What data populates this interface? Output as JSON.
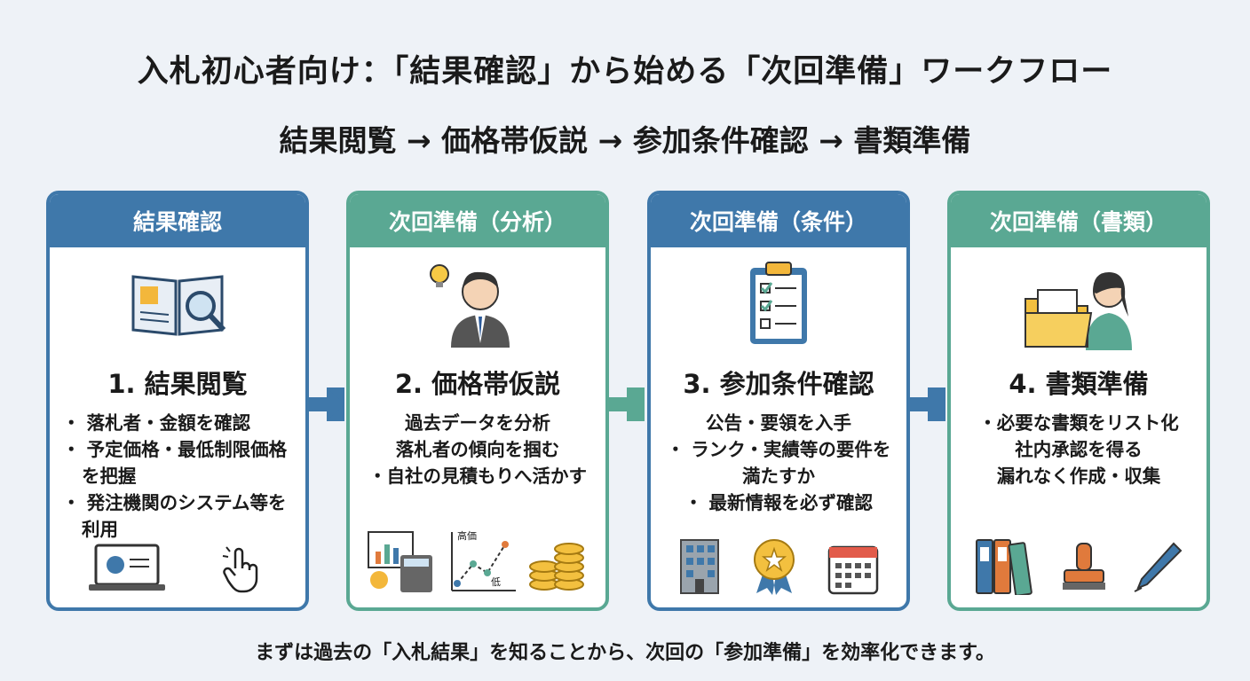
{
  "title": "入札初心者向け：「結果確認」から始める「次回準備」ワークフロー",
  "subtitle": "結果閲覧 → 価格帯仮説 → 参加条件確認 → 書類準備",
  "colors": {
    "blue": "#3f78aa",
    "teal": "#5aa893",
    "background": "#eef2f7"
  },
  "cards": [
    {
      "header": "結果確認",
      "step": "1. 結果閲覧",
      "lines": [
        "・ 落札者・金額を確認",
        "・ 予定価格・最低制限価格を把握",
        "・ 発注機関のシステム等を利用"
      ]
    },
    {
      "header": "次回準備（分析）",
      "step": "2. 価格帯仮説",
      "lines": [
        "過去データを分析",
        "落札者の傾向を掴む",
        "・自社の見積もりへ活かす"
      ],
      "chart_labels": {
        "high": "高価",
        "low": "低"
      }
    },
    {
      "header": "次回準備（条件）",
      "step": "3. 参加条件確認",
      "lines": [
        "公告・要領を入手",
        "・ ランク・実績等の要件を満たすか",
        "・ 最新情報を必ず確認"
      ]
    },
    {
      "header": "次回準備（書類）",
      "step": "4. 書類準備",
      "lines": [
        "・必要な書類をリスト化",
        "社内承認を得る",
        "漏れなく作成・収集"
      ]
    }
  ],
  "footer": "まずは過去の「入札結果」を知ることから、次回の「参加準備」を効率化できます。"
}
